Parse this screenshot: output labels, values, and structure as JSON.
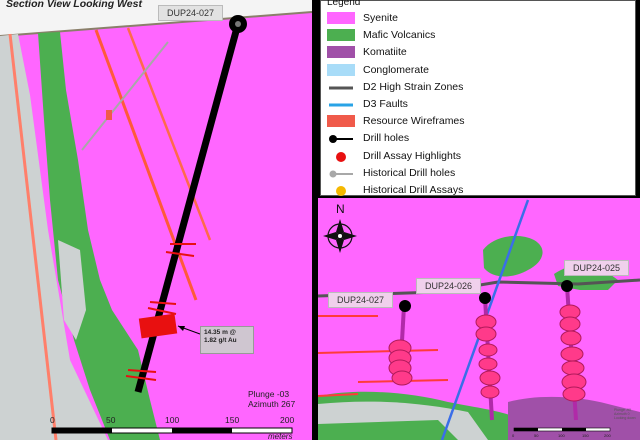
{
  "section_view": {
    "title": "Section View Looking West",
    "hole_label": "DUP24-027",
    "assay_callout": [
      "14.35 m @",
      "1.82 g/t Au"
    ],
    "plunge": "Plunge -03",
    "azimuth": "Azimuth 267",
    "scale": {
      "ticks": [
        "0",
        "50",
        "100",
        "150",
        "200"
      ],
      "unit": "meters"
    }
  },
  "legend": {
    "title": "Legend",
    "items": [
      {
        "label": "Syenite",
        "symbol": "fill",
        "color": "#ff66ff"
      },
      {
        "label": "Mafic Volcanics",
        "symbol": "fill",
        "color": "#4caf50"
      },
      {
        "label": "Komatiite",
        "symbol": "fill",
        "color": "#a050a8"
      },
      {
        "label": "Conglomerate",
        "symbol": "fill",
        "color": "#a8dcf8"
      },
      {
        "label": "D2 High Strain Zones",
        "symbol": "line",
        "color": "#555555"
      },
      {
        "label": "D3 Faults",
        "symbol": "line",
        "color": "#29a3e6"
      },
      {
        "label": "Resource Wireframes",
        "symbol": "fill",
        "color": "#f05a4a"
      },
      {
        "label": "Drill holes",
        "symbol": "drill",
        "color": "#000000"
      },
      {
        "label": "Drill Assay Highlights",
        "symbol": "dot",
        "color": "#e81010"
      },
      {
        "label": "Historical Drill holes",
        "symbol": "histline",
        "color": "#a8a8a8"
      },
      {
        "label": "Historical Drill Assays",
        "symbol": "dot",
        "color": "#f5b800"
      }
    ]
  },
  "plan_view": {
    "north": "N",
    "holes": [
      "DUP24-027",
      "DUP24-026",
      "DUP24-025"
    ],
    "fine_print": [
      "Plunge -90",
      "Azimuth 0",
      "Looking down"
    ],
    "scale_ticks": [
      "0",
      "50",
      "100",
      "150",
      "200"
    ]
  },
  "colors": {
    "syenite": "#ff66ff",
    "mafic": "#4caf50",
    "host_gray": "#cdd2d2",
    "drill_hole": "#000000",
    "assay": "#e81010"
  }
}
